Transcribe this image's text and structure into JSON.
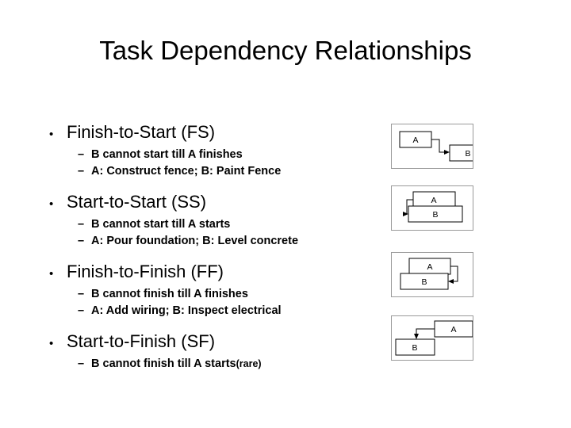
{
  "slide": {
    "title": "Task Dependency Relationships",
    "background_color": "#ffffff",
    "text_color": "#000000"
  },
  "bullets": [
    {
      "id": "fs",
      "marker": "•",
      "label": "Finish-to-Start (FS)",
      "sub": [
        {
          "marker": "–",
          "text": "B cannot start till A finishes"
        },
        {
          "marker": "–",
          "text": "A: Construct fence; B: Paint Fence"
        }
      ]
    },
    {
      "id": "ss",
      "marker": "•",
      "label": "Start-to-Start (SS)",
      "sub": [
        {
          "marker": "–",
          "text": "B cannot start till A starts"
        },
        {
          "marker": "–",
          "text": "A: Pour foundation; B: Level concrete"
        }
      ]
    },
    {
      "id": "ff",
      "marker": "•",
      "label": "Finish-to-Finish (FF)",
      "sub": [
        {
          "marker": "–",
          "text": "B cannot finish till A finishes"
        },
        {
          "marker": "–",
          "text": "A: Add wiring; B: Inspect electrical"
        }
      ]
    },
    {
      "id": "sf",
      "marker": "•",
      "label": "Start-to-Finish (SF)",
      "sub": [
        {
          "marker": "–",
          "text": "B cannot finish till A starts",
          "note": " (rare)"
        }
      ]
    }
  ],
  "diagrams": [
    {
      "id": "fs",
      "name": "finish-to-start-diagram",
      "box_a_label": "A",
      "box_b_label": "B",
      "arrow": "A-right-edge to B-left-edge",
      "border_color": "#9a9a9a",
      "box_border_color": "#000000"
    },
    {
      "id": "ss",
      "name": "start-to-start-diagram",
      "box_a_label": "A",
      "box_b_label": "B",
      "arrow": "A-left-edge to B-left-edge",
      "border_color": "#9a9a9a",
      "box_border_color": "#000000"
    },
    {
      "id": "ff",
      "name": "finish-to-finish-diagram",
      "box_a_label": "A",
      "box_b_label": "B",
      "arrow": "A-right-edge to B-right-edge",
      "border_color": "#9a9a9a",
      "box_border_color": "#000000"
    },
    {
      "id": "sf",
      "name": "start-to-finish-diagram",
      "box_a_label": "A",
      "box_b_label": "B",
      "arrow": "A-left-edge to B-top-edge",
      "border_color": "#9a9a9a",
      "box_border_color": "#000000"
    }
  ]
}
